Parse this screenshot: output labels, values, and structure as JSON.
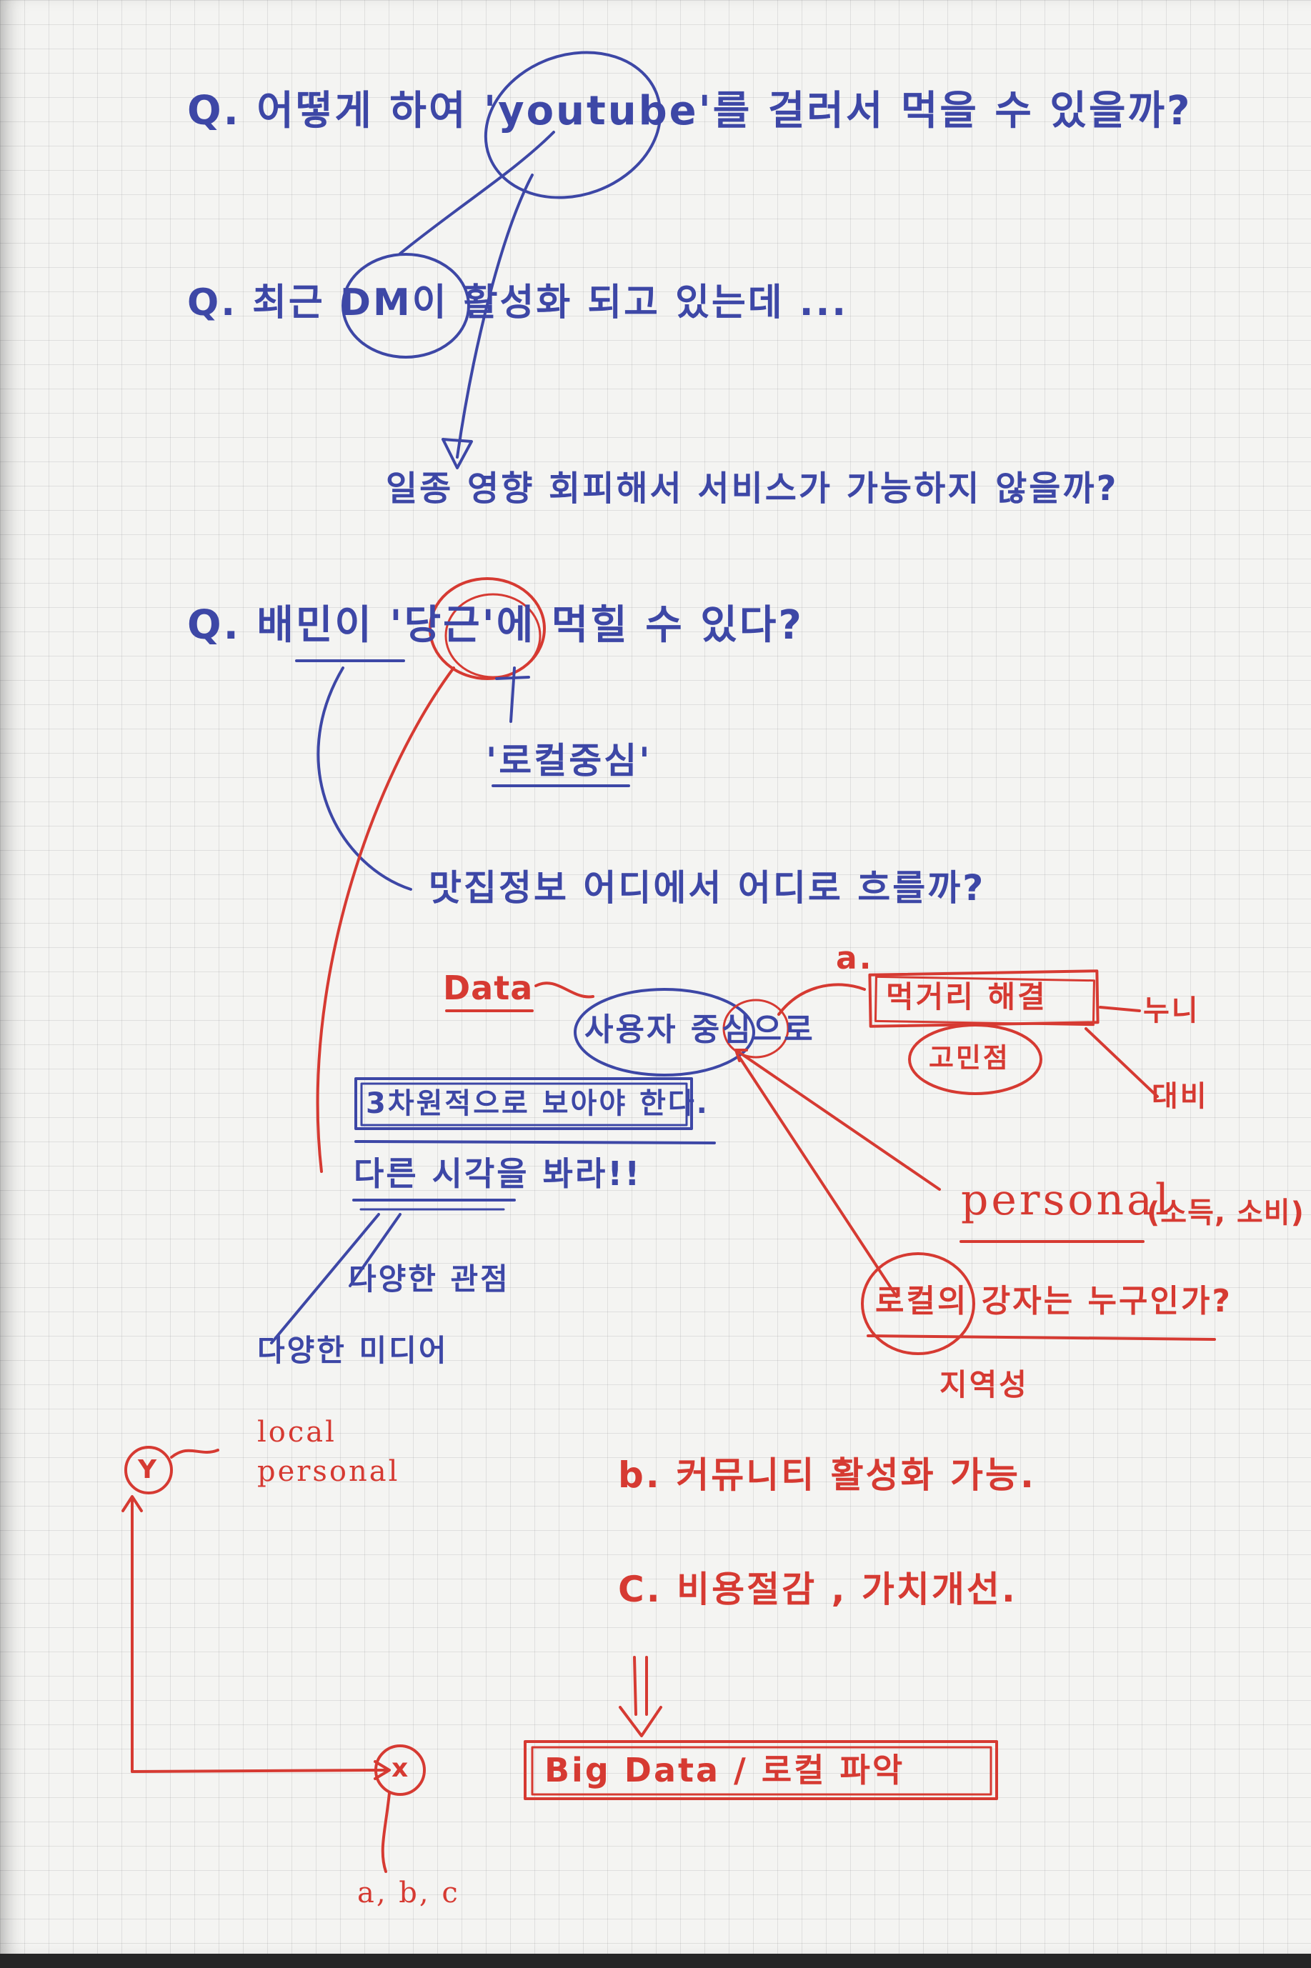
{
  "colors": {
    "blue_ink": "#3d47a6",
    "red_ink": "#d63a32",
    "paper": "#f4f4f2"
  },
  "notes": {
    "q1": "Q. 어떻게 하여 'youtube'를 걸러서 먹을 수 있을까?",
    "q2": "Q. 최근 DM이 활성화 되고 있는데 ...",
    "q2_answer": "일종 영향 회피해서 서비스가 가능하지 않을까?",
    "q3": "Q. 배민이 '당근'에 먹힐 수 있다?",
    "q3_sub": "'로컬중심'",
    "q3_answer": "맛집정보 어디에서 어디로 흐를까?",
    "data_label": "Data",
    "service": "사용자 중심으로",
    "box_left": "3차원적으로 보아야 한다.",
    "see_other": "다른 시각을 봐라!!",
    "diverse_1": "다양한 관점",
    "diverse_2": "다양한 미디어",
    "a_label": "a.",
    "a_box": "먹거리 해결",
    "a_circle": "고민점",
    "a_right_1": "누니",
    "a_right_2": "대비",
    "personal": "personal",
    "personal_paren": "(소득, 소비)",
    "local_q": "로컬의 강자는 누구인가?",
    "region": "지역성",
    "b_line": "b. 커뮤니티 활성화 가능.",
    "c_line": "C. 비용절감 , 가치개선.",
    "bottom_box": "Big Data / 로컬 파악",
    "axis_y_label_1": "local",
    "axis_y_label_2": "personal",
    "axis_y": "Y",
    "axis_x": "x",
    "axis_x_label": "a, b, c"
  }
}
